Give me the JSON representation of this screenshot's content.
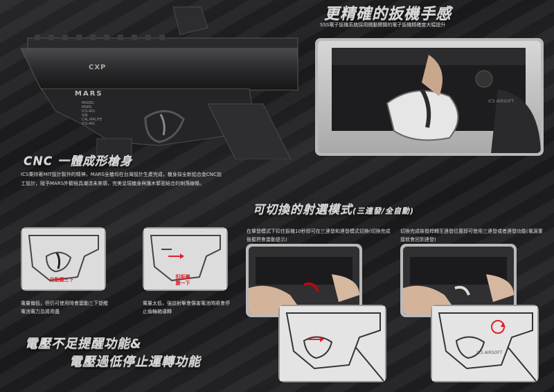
{
  "top_right": {
    "title": "更精確的扳機手感",
    "desc": "SSS電子扳機系統採用微動開關的電子扳機精確度大幅提升",
    "receiver_engraving": "ICS AIRSOFT"
  },
  "cnc": {
    "title": "CNC 一體成形槍身",
    "desc_line1": "ICS秉持著MIT設計製作的精神，MARS全槍均在台灣設計生產完成，槍身採全新鋁合金CNC加",
    "desc_line2": "工設計，賦予MARS外觀極具潮流未來感，完美呈現槍身與護木緊密結合的俐落線條。",
    "gun_marks": {
      "brand": "CXP",
      "model": "MARS",
      "lines": [
        "MODEL",
        "MARS",
        "ICS-401",
        "S/N",
        "CAL.M4LITE",
        "ICS-401"
      ]
    }
  },
  "fire_mode": {
    "title": "可切換的射選模式",
    "subtitle": "(三連發/全自動)",
    "left_desc": "在單發模式下扣住扳機10秒即可在三連發和連發模式切換(切換完成後握把會震動提示)",
    "right_desc": "切換完成後撥桿轉至連發位置即可使用三連發或者連發功能(電源重接就會回到連發)",
    "engraving": "ICS AIRSOFT"
  },
  "voltage": {
    "thumb1_label": "自動震三下",
    "thumb2_label_line1": "扣扳機",
    "thumb2_label_line2": "震一下",
    "low_desc": "電量偏低，但仍可使用時會震動三下提醒電池電力及將用盡",
    "high_desc": "電量太低，強迫射擊會傷害電池時將會停止齒輪箱運轉",
    "title_line1": "電壓不足提醒功能&",
    "title_line2": "電壓過低停止運轉功能"
  },
  "colors": {
    "accent_red": "#e0202a",
    "frame": "#c4c4c4"
  }
}
